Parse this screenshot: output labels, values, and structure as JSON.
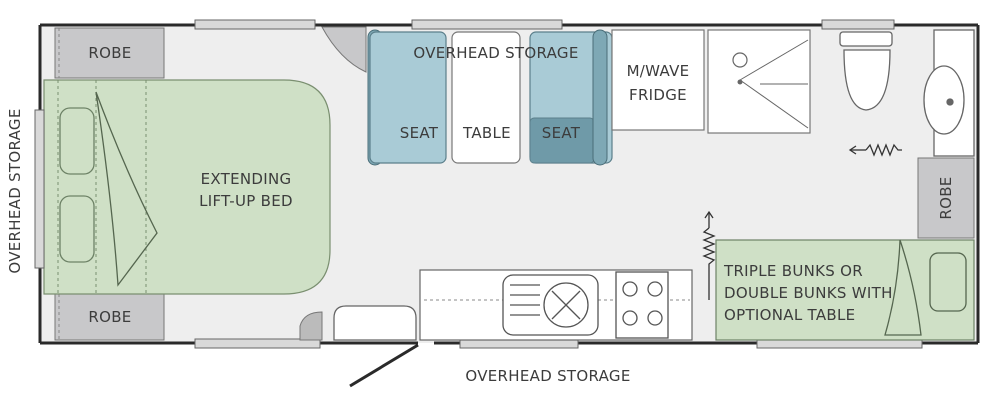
{
  "labels": {
    "robe_top_left": "ROBE",
    "robe_bottom_left": "ROBE",
    "robe_right": "ROBE",
    "overhead_storage_left": "OVERHEAD STORAGE",
    "overhead_storage_top": "OVERHEAD STORAGE",
    "overhead_storage_bottom": "OVERHEAD STORAGE",
    "bed_line1": "EXTENDING",
    "bed_line2": "LIFT-UP BED",
    "seat_left": "SEAT",
    "table": "TABLE",
    "seat_right": "SEAT",
    "mwave_line1": "M/WAVE",
    "mwave_line2": "FRIDGE",
    "bunks_line1": "TRIPLE BUNKS OR",
    "bunks_line2": "DOUBLE BUNKS WITH",
    "bunks_line3": "OPTIONAL TABLE"
  },
  "colors": {
    "wall": "#2a2a2a",
    "floor": "#eeeeee",
    "robe": "#c8c8ca",
    "bed_green": "#cfe0c6",
    "seat_blue": "#a9cbd6",
    "seat_dark": "#6f9aa8",
    "fixture": "#ffffff",
    "line": "#555555"
  }
}
